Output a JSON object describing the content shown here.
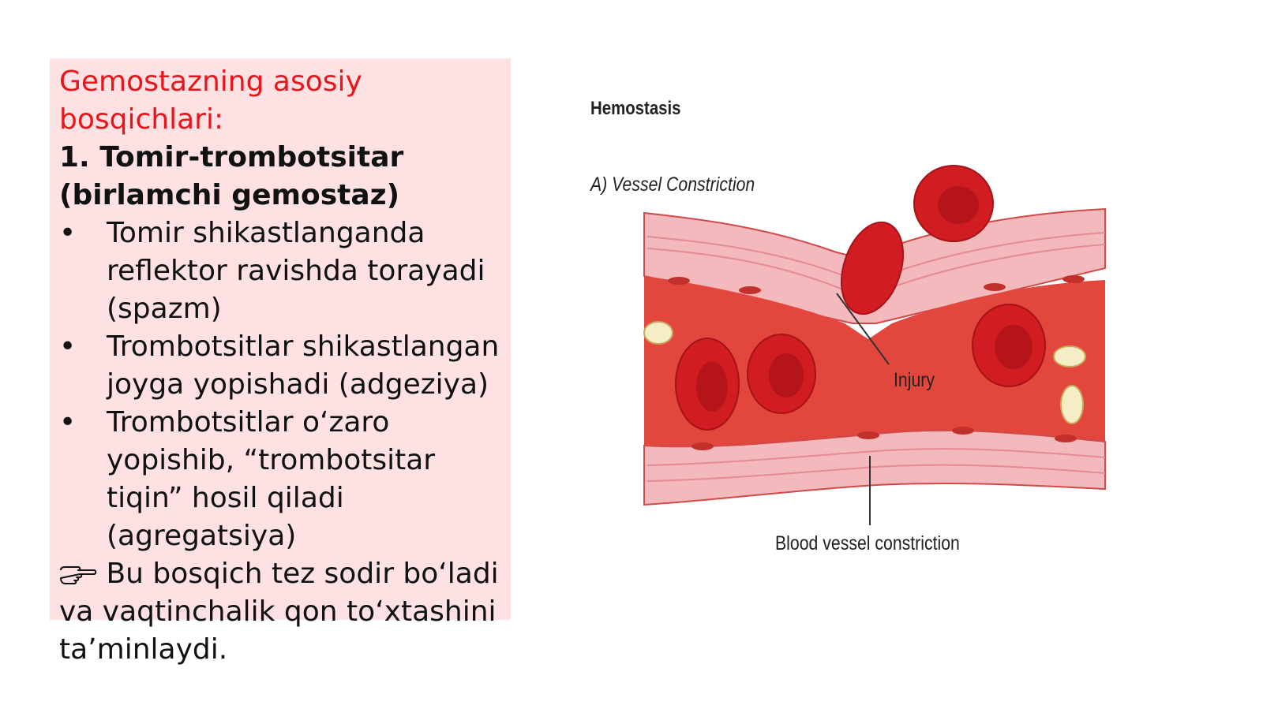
{
  "text": {
    "heading": "Gemostazning asosiy bosqichlari:",
    "subheading": "1. Tomir-trombotsitar (birlamchi gemostaz)",
    "bullet_symbol": "•",
    "bullets": [
      "Tomir shikastlanganda reflektor ravishda torayadi (spazm)",
      "Trombotsitlar shikastlangan joyga yopishadi (adgeziya)",
      "Trombotsitlar o‘zaro yopishib, “trombotsitar tiqin” hosil qiladi (agregatsiya)"
    ],
    "note_icon": "pointing-hand-icon",
    "note": "Bu bosqich tez sodir bo‘ladi va vaqtinchalik qon to‘xtashini ta’minlaydi."
  },
  "figure": {
    "title": "Hemostasis",
    "subtitle": "A) Vessel Constriction",
    "label_injury": "Injury",
    "label_constriction": "Blood vessel constriction"
  },
  "colors": {
    "heading": "#e8151b",
    "box_background": "#fde1e3",
    "vessel_lumen": "#e2463c",
    "vessel_wall": "#f3b9bd",
    "red_cell": "#d11d22",
    "platelet": "#f4edc5"
  }
}
